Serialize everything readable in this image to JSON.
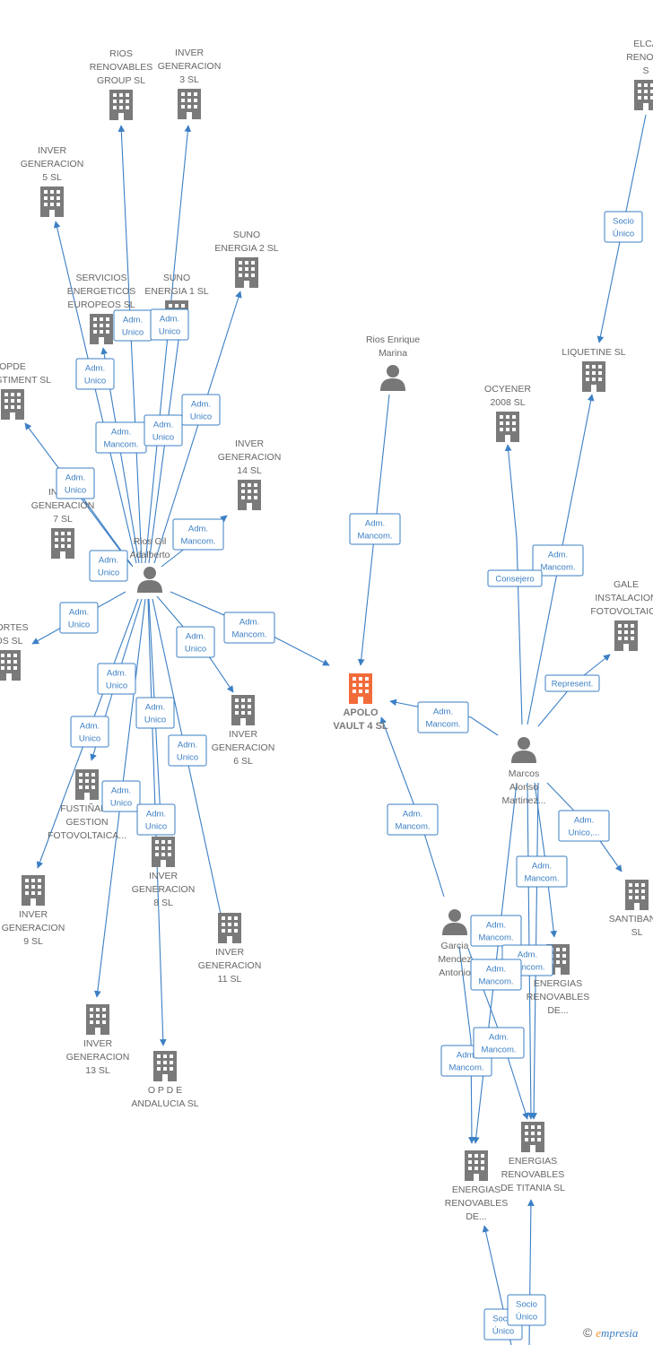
{
  "colors": {
    "edge": "#3b7fc4",
    "company": "#7a7a7a",
    "focus": "#f26b3a",
    "person": "#777777",
    "label_text": "#666666"
  },
  "nodes": [
    {
      "id": "apolo",
      "type": "focus",
      "label": [
        "APOLO",
        "VAULT 4  SL"
      ]
    },
    {
      "id": "rios_gil",
      "type": "person",
      "label": [
        "Rios Gil",
        "Adalberto"
      ]
    },
    {
      "id": "rios_enrique",
      "type": "person",
      "label": [
        "Rios Enrique",
        "Marina"
      ]
    },
    {
      "id": "marcos",
      "type": "person",
      "label": [
        "Marcos",
        "Alonso",
        "Martinez..."
      ]
    },
    {
      "id": "garcia",
      "type": "person",
      "label": [
        "Garcia",
        "Mendez",
        "Antonio"
      ]
    },
    {
      "id": "rios_renov",
      "type": "company",
      "label": [
        "RIOS",
        "RENOVABLES",
        "GROUP SL"
      ]
    },
    {
      "id": "inver3",
      "type": "company",
      "label": [
        "INVER",
        "GENERACION",
        "3  SL"
      ]
    },
    {
      "id": "inver5",
      "type": "company",
      "label": [
        "INVER",
        "GENERACION",
        "5  SL"
      ]
    },
    {
      "id": "suno2",
      "type": "company",
      "label": [
        "SUNO",
        "ENERGIA 2  SL"
      ]
    },
    {
      "id": "servicios",
      "type": "company",
      "label": [
        "SERVICIOS",
        "ENERGETICOS",
        "EUROPEOS SL"
      ]
    },
    {
      "id": "suno1",
      "type": "company",
      "label": [
        "SUNO",
        "ENERGIA 1  SL"
      ]
    },
    {
      "id": "opde_invest",
      "type": "company",
      "label": [
        "OPDE",
        "INVESTIMENT SL"
      ]
    },
    {
      "id": "inver14",
      "type": "company",
      "label": [
        "INVER",
        "GENERACION",
        "14  SL"
      ]
    },
    {
      "id": "inver7",
      "type": "company",
      "label": [
        "INVER",
        "GENERACION",
        "7  SL"
      ]
    },
    {
      "id": "portes",
      "type": "company",
      "label": [
        "PORTES",
        "OS  SL"
      ]
    },
    {
      "id": "inver6",
      "type": "company",
      "label": [
        "INVER",
        "GENERACION",
        "6  SL"
      ]
    },
    {
      "id": "fustinana",
      "type": "company",
      "label": [
        "FUSTIÑANA",
        "GESTION",
        "FOTOVOLTAICA..."
      ]
    },
    {
      "id": "inver8",
      "type": "company",
      "label": [
        "INVER",
        "GENERACION",
        "8  SL"
      ]
    },
    {
      "id": "inver9",
      "type": "company",
      "label": [
        "INVER",
        "GENERACION",
        "9  SL"
      ]
    },
    {
      "id": "inver11",
      "type": "company",
      "label": [
        "INVER",
        "GENERACION",
        "11  SL"
      ]
    },
    {
      "id": "inver13",
      "type": "company",
      "label": [
        "INVER",
        "GENERACION",
        "13  SL"
      ]
    },
    {
      "id": "opde_and",
      "type": "company",
      "label": [
        "O P D E",
        "ANDALUCIA SL"
      ]
    },
    {
      "id": "elca",
      "type": "company",
      "label": [
        "ELCA",
        "RENOVA",
        "S"
      ]
    },
    {
      "id": "liquetine",
      "type": "company",
      "label": [
        "LIQUETINE  SL"
      ]
    },
    {
      "id": "ocyener",
      "type": "company",
      "label": [
        "OCYENER",
        "2008 SL"
      ]
    },
    {
      "id": "gale",
      "type": "company",
      "label": [
        "GALE",
        "INSTALACION",
        "FOTOVOLTAICA"
      ]
    },
    {
      "id": "santibanez",
      "type": "company",
      "label": [
        "SANTIBANIE",
        "SL"
      ]
    },
    {
      "id": "energias_a",
      "type": "company",
      "label": [
        "ENERGIAS",
        "RENOVABLES",
        "DE..."
      ]
    },
    {
      "id": "energias_titania",
      "type": "company",
      "label": [
        "ENERGIAS",
        "RENOVABLES",
        "DE TITANIA  SL"
      ]
    },
    {
      "id": "energias_b",
      "type": "company",
      "label": [
        "ENERGIAS",
        "RENOVABLES",
        "DE..."
      ]
    }
  ],
  "edge_labels": [
    {
      "id": "e_rios_renov",
      "lines": [
        "Adm.",
        "Unico"
      ]
    },
    {
      "id": "e_inver3",
      "lines": [
        "Adm.",
        "Unico"
      ]
    },
    {
      "id": "e_inver5",
      "lines": [
        "Adm.",
        "Unico"
      ]
    },
    {
      "id": "e_servicios",
      "lines": [
        "Adm.",
        "Mancom."
      ]
    },
    {
      "id": "e_suno1",
      "lines": [
        "Adm.",
        "Unico"
      ]
    },
    {
      "id": "e_suno2",
      "lines": [
        "Adm.",
        "Unico"
      ]
    },
    {
      "id": "e_opde_invest",
      "lines": [
        "Adm.",
        "Unico"
      ]
    },
    {
      "id": "e_inver14",
      "lines": [
        "Adm.",
        "Mancom."
      ]
    },
    {
      "id": "e_inver7",
      "lines": [
        "Adm.",
        "Unico"
      ]
    },
    {
      "id": "e_portes",
      "lines": [
        "Adm.",
        "Unico"
      ]
    },
    {
      "id": "e_apolo_rios",
      "lines": [
        "Adm.",
        "Mancom."
      ]
    },
    {
      "id": "e_inver6",
      "lines": [
        "Adm.",
        "Unico"
      ]
    },
    {
      "id": "e_fustinana",
      "lines": [
        "Adm.",
        "Unico"
      ]
    },
    {
      "id": "e_inver9",
      "lines": [
        "Adm.",
        "Unico"
      ]
    },
    {
      "id": "e_inver8",
      "lines": [
        "Adm.",
        "Unico"
      ]
    },
    {
      "id": "e_inver11",
      "lines": [
        "Adm.",
        "Unico"
      ]
    },
    {
      "id": "e_inver13",
      "lines": [
        "Adm.",
        "Unico"
      ]
    },
    {
      "id": "e_opde_and",
      "lines": [
        "Adm.",
        "Unico"
      ]
    },
    {
      "id": "e_apolo_enrique",
      "lines": [
        "Adm.",
        "Mancom."
      ]
    },
    {
      "id": "e_elca",
      "lines": [
        "Socio",
        "Único"
      ]
    },
    {
      "id": "e_liquetine",
      "lines": [
        "Adm.",
        "Mancom."
      ]
    },
    {
      "id": "e_ocyener",
      "lines": [
        "Consejero"
      ]
    },
    {
      "id": "e_gale",
      "lines": [
        "Represent."
      ]
    },
    {
      "id": "e_apolo_marcos",
      "lines": [
        "Adm.",
        "Mancom."
      ]
    },
    {
      "id": "e_santibanez",
      "lines": [
        "Adm.",
        "Unico,..."
      ]
    },
    {
      "id": "e_energias_a",
      "lines": [
        "Adm.",
        "Mancom."
      ]
    },
    {
      "id": "e_apolo_garcia",
      "lines": [
        "Adm.",
        "Mancom."
      ]
    },
    {
      "id": "e_m1",
      "lines": [
        "Adm.",
        "Mancom."
      ]
    },
    {
      "id": "e_m2",
      "lines": [
        "Adm.",
        "Mancom."
      ]
    },
    {
      "id": "e_m3",
      "lines": [
        "Adm.",
        "Mancom."
      ]
    },
    {
      "id": "e_m4",
      "lines": [
        "Adm.",
        "Mancom."
      ]
    },
    {
      "id": "e_m5",
      "lines": [
        "Adm.",
        "Mancom."
      ]
    },
    {
      "id": "e_socio1",
      "lines": [
        "Socio",
        "Único"
      ]
    },
    {
      "id": "e_socio2",
      "lines": [
        "Socio",
        "Único"
      ]
    }
  ],
  "footer": {
    "copyright_symbol": "©",
    "brand_initial": "e",
    "brand_rest": "mpresia"
  }
}
